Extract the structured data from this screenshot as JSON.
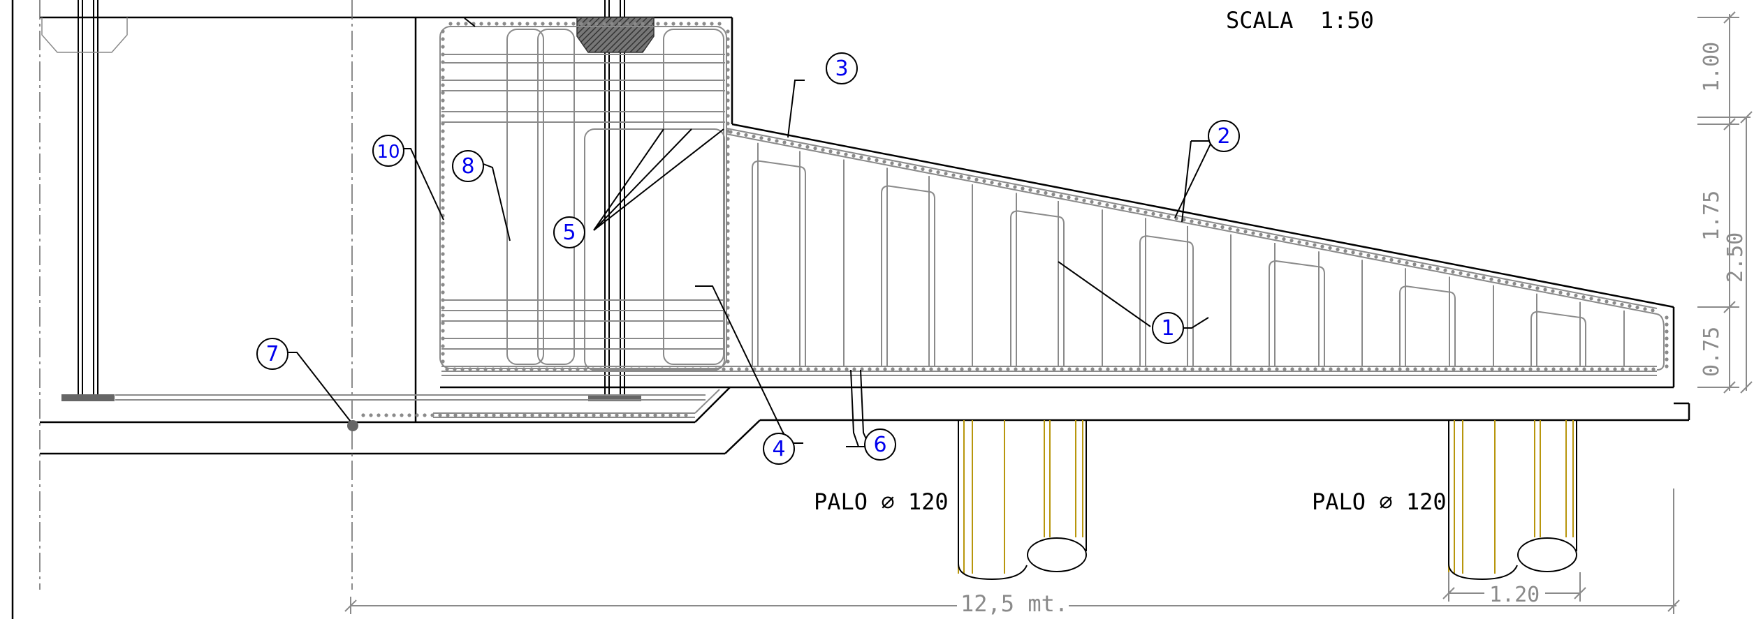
{
  "title": {
    "scale": "SCALA  1:50"
  },
  "labels": {
    "pile_left": "PALO ⌀ 120",
    "pile_right": "PALO ⌀ 120"
  },
  "dimensions": {
    "overall_length": "12,5 mt.",
    "pile_diameter": "1.20",
    "height_top": "1.00",
    "height_mid": "1.75",
    "height_bottom": "0.75",
    "height_total": "2.50"
  },
  "markers": [
    {
      "id": "1"
    },
    {
      "id": "2"
    },
    {
      "id": "3"
    },
    {
      "id": "4"
    },
    {
      "id": "5"
    },
    {
      "id": "6"
    },
    {
      "id": "7"
    },
    {
      "id": "8"
    },
    {
      "id": "10"
    }
  ],
  "colors": {
    "outline": "#000000",
    "rebar": "#8a8a8a",
    "marker": "#0000ee",
    "pile": "#b8960c",
    "hatch": "#555555"
  }
}
